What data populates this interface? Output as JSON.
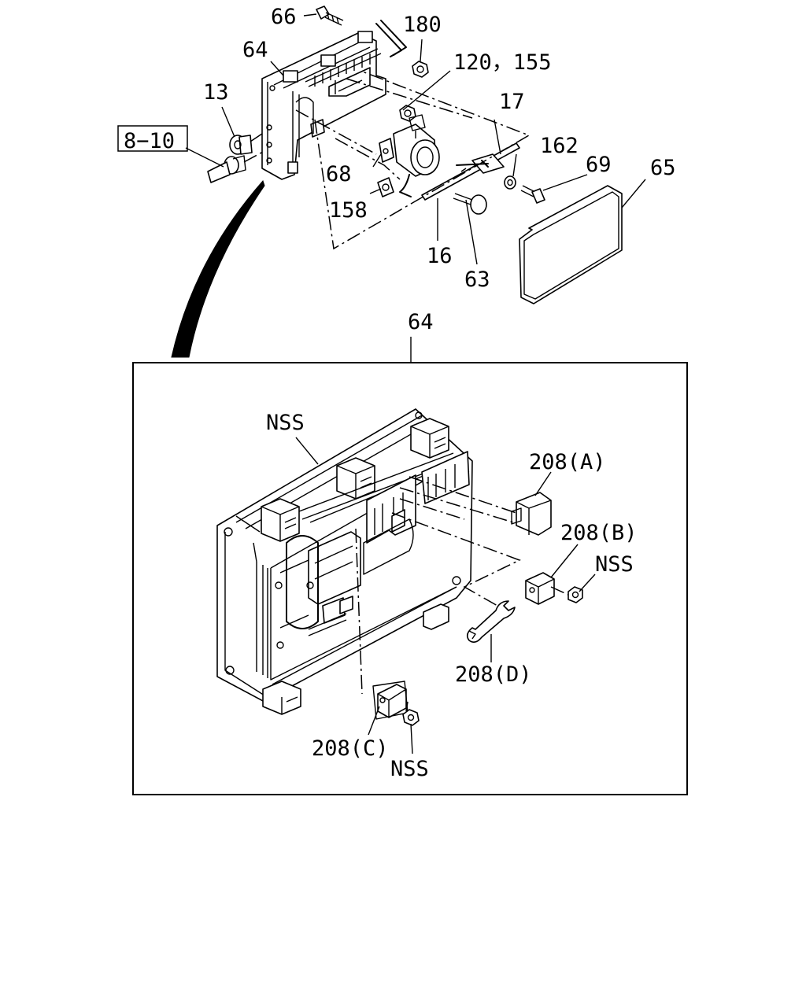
{
  "diagram": {
    "upper_labels": {
      "l66": "66",
      "l180": "180",
      "l64": "64",
      "l120": "120，155",
      "l13": "13",
      "l17": "17",
      "l810": "8−10",
      "l162": "162",
      "l69": "69",
      "l65": "65",
      "l68": "68",
      "l158": "158",
      "l16": "16",
      "l63": "63"
    },
    "detail_title": "64",
    "detail_labels": {
      "nss_top": "NSS",
      "l208a": "208(A)",
      "l208b": "208(B)",
      "nss_right": "NSS",
      "l208d": "208(D)",
      "l208c": "208(C)",
      "nss_bottom": "NSS"
    }
  }
}
